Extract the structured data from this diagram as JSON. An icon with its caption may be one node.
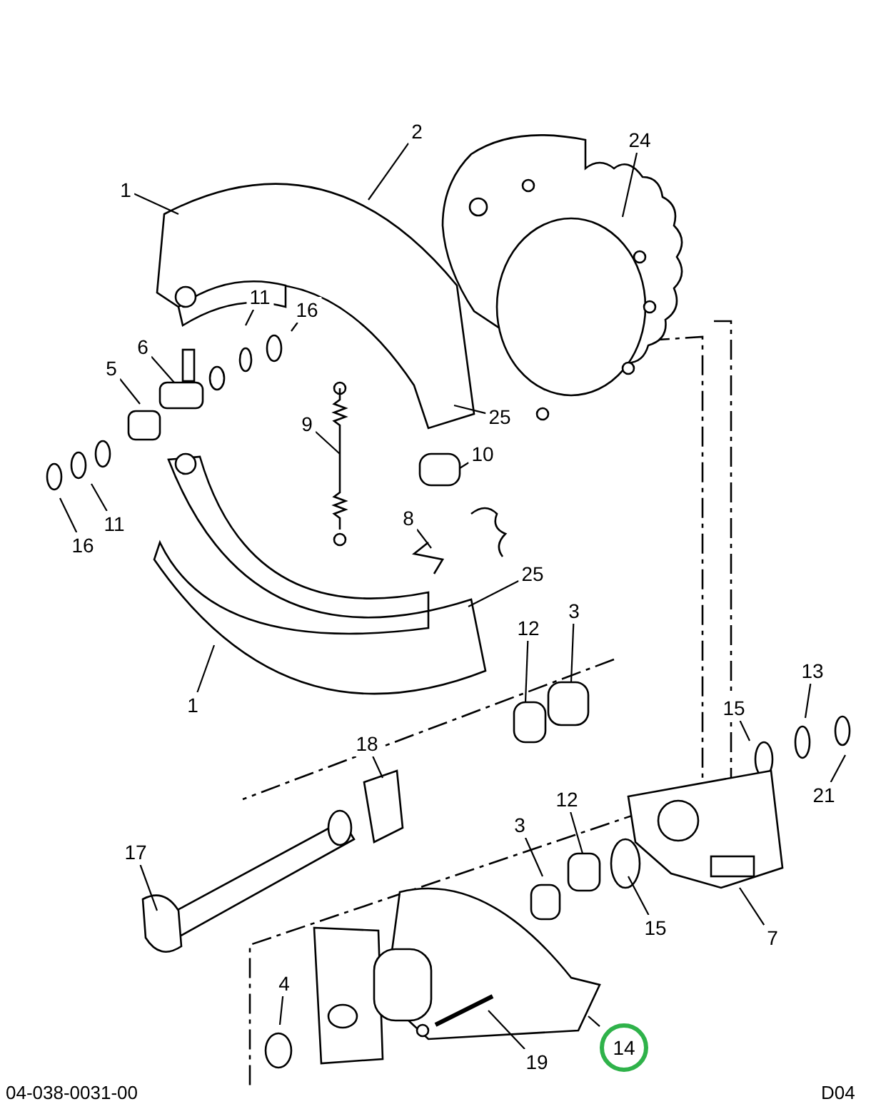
{
  "diagram": {
    "nodes": [
      {
        "text": [
          "1"
        ]
      },
      {
        "text": [
          "2"
        ]
      },
      {
        "text": [
          "24"
        ]
      },
      {
        "text": [
          "11"
        ]
      },
      {
        "text": [
          "16"
        ]
      },
      {
        "text": [
          "6"
        ]
      },
      {
        "text": [
          "5"
        ]
      },
      {
        "text": [
          "9"
        ]
      },
      {
        "text": [
          "10"
        ]
      },
      {
        "text": [
          "25"
        ]
      },
      {
        "text": [
          "8"
        ]
      },
      {
        "text": [
          "16"
        ]
      },
      {
        "text": [
          "11"
        ]
      },
      {
        "text": [
          "25"
        ]
      },
      {
        "text": [
          "12"
        ]
      },
      {
        "text": [
          "3"
        ]
      },
      {
        "text": [
          "1"
        ]
      },
      {
        "text": [
          "13"
        ]
      },
      {
        "text": [
          "15"
        ]
      },
      {
        "text": [
          "21"
        ]
      },
      {
        "text": [
          "18"
        ]
      },
      {
        "text": [
          "12"
        ]
      },
      {
        "text": [
          "3"
        ]
      },
      {
        "text": [
          "17"
        ]
      },
      {
        "text": [
          "15"
        ]
      },
      {
        "text": [
          "7"
        ]
      },
      {
        "text": [
          "4"
        ]
      },
      {
        "text": [
          "19"
        ]
      },
      {
        "text": [
          "14"
        ]
      }
    ],
    "edges": [
      {
        "from": 0,
        "to": null,
        "arrow": "none"
      },
      {
        "from": 1,
        "to": null,
        "arrow": "none"
      },
      {
        "from": 2,
        "to": null,
        "arrow": "none"
      },
      {
        "from": 3,
        "to": null,
        "arrow": "none"
      },
      {
        "from": 4,
        "to": null,
        "arrow": "none"
      },
      {
        "from": 5,
        "to": null,
        "arrow": "none"
      },
      {
        "from": 6,
        "to": null,
        "arrow": "none"
      },
      {
        "from": 7,
        "to": null,
        "arrow": "none"
      },
      {
        "from": 8,
        "to": null,
        "arrow": "none"
      },
      {
        "from": 9,
        "to": null,
        "arrow": "none"
      },
      {
        "from": 10,
        "to": null,
        "arrow": "none"
      },
      {
        "from": 11,
        "to": null,
        "arrow": "none"
      },
      {
        "from": 12,
        "to": null,
        "arrow": "none"
      },
      {
        "from": 13,
        "to": null,
        "arrow": "none"
      },
      {
        "from": 14,
        "to": null,
        "arrow": "none"
      },
      {
        "from": 15,
        "to": null,
        "arrow": "none"
      },
      {
        "from": 16,
        "to": null,
        "arrow": "none"
      },
      {
        "from": 17,
        "to": null,
        "arrow": "none"
      },
      {
        "from": 18,
        "to": null,
        "arrow": "none"
      },
      {
        "from": 19,
        "to": null,
        "arrow": "none"
      },
      {
        "from": 20,
        "to": null,
        "arrow": "none"
      },
      {
        "from": 21,
        "to": null,
        "arrow": "none"
      },
      {
        "from": 22,
        "to": null,
        "arrow": "none"
      },
      {
        "from": 23,
        "to": null,
        "arrow": "none"
      },
      {
        "from": 24,
        "to": null,
        "arrow": "none"
      },
      {
        "from": 25,
        "to": null,
        "arrow": "none"
      },
      {
        "from": 26,
        "to": null,
        "arrow": "none"
      },
      {
        "from": 27,
        "to": null,
        "arrow": "none"
      },
      {
        "from": 28,
        "to": null,
        "arrow": "none"
      }
    ],
    "labels": [
      "04-038-0031-00",
      "D04"
    ]
  }
}
